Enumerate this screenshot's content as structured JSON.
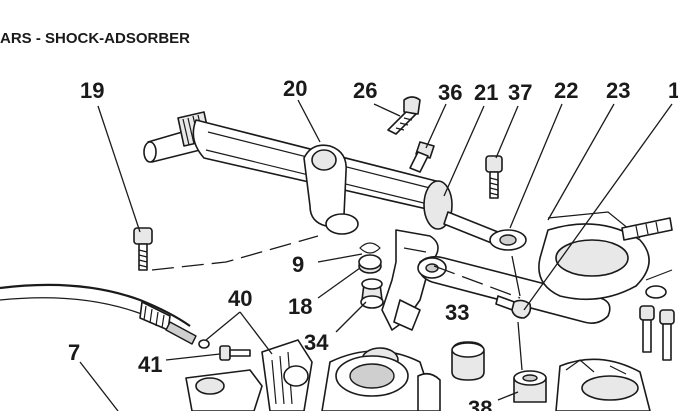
{
  "title": "ARS - SHOCK-ADSORBER",
  "callouts": {
    "c19": "19",
    "c20": "20",
    "c26": "26",
    "c36": "36",
    "c21": "21",
    "c37": "37",
    "c22": "22",
    "c23": "23",
    "c1": "1",
    "c9": "9",
    "c18": "18",
    "c34": "34",
    "c40": "40",
    "c33": "33",
    "c7": "7",
    "c41": "41",
    "c38": "38"
  }
}
